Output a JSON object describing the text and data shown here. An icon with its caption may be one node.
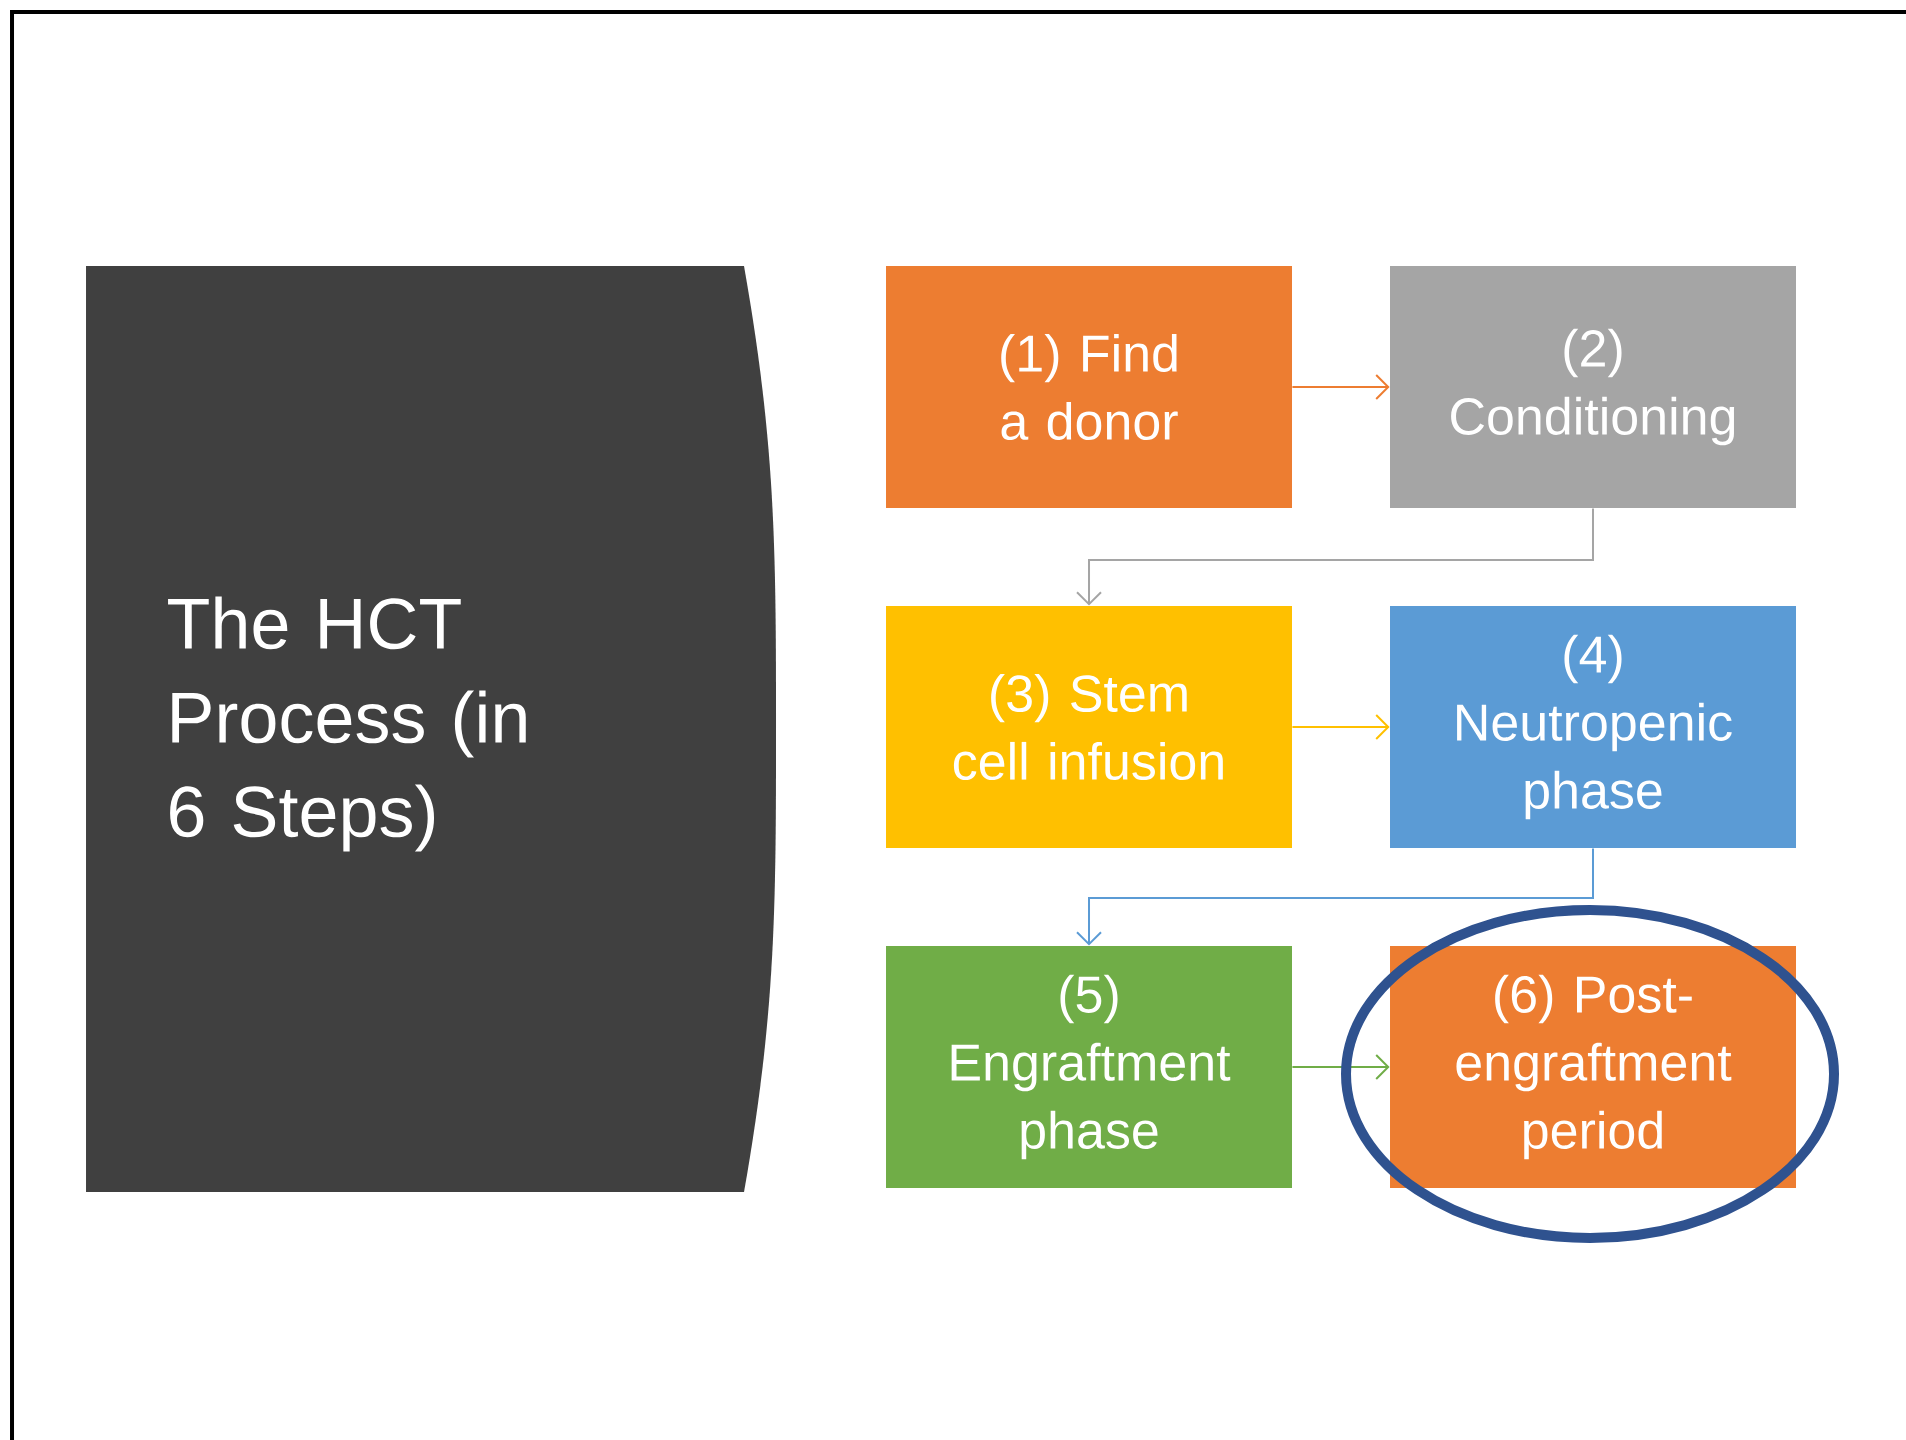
{
  "diagram": {
    "nodes": [
      {
        "text": [
          "The HCT Process (in 6 Steps)"
        ]
      },
      {
        "text": [
          "(1) Find a donor"
        ]
      },
      {
        "text": [
          "(2) Conditioning"
        ]
      },
      {
        "text": [
          "(3) Stem cell infusion"
        ]
      },
      {
        "text": [
          "(4) Neutropenic phase"
        ]
      },
      {
        "text": [
          "(5) Engraftment phase"
        ]
      },
      {
        "text": [
          "(6) Post-engraftment period"
        ]
      }
    ],
    "edges": [
      {
        "from": 1,
        "to": 2,
        "arrow": "to",
        "color": "#ed7d31"
      },
      {
        "from": 2,
        "to": 3,
        "arrow": "to",
        "color": "#a5a5a5"
      },
      {
        "from": 3,
        "to": 4,
        "arrow": "to",
        "color": "#ffc000"
      },
      {
        "from": 4,
        "to": 5,
        "arrow": "to",
        "color": "#5b9bd5"
      },
      {
        "from": 5,
        "to": 6,
        "arrow": "to",
        "color": "#70ad47"
      }
    ]
  }
}
